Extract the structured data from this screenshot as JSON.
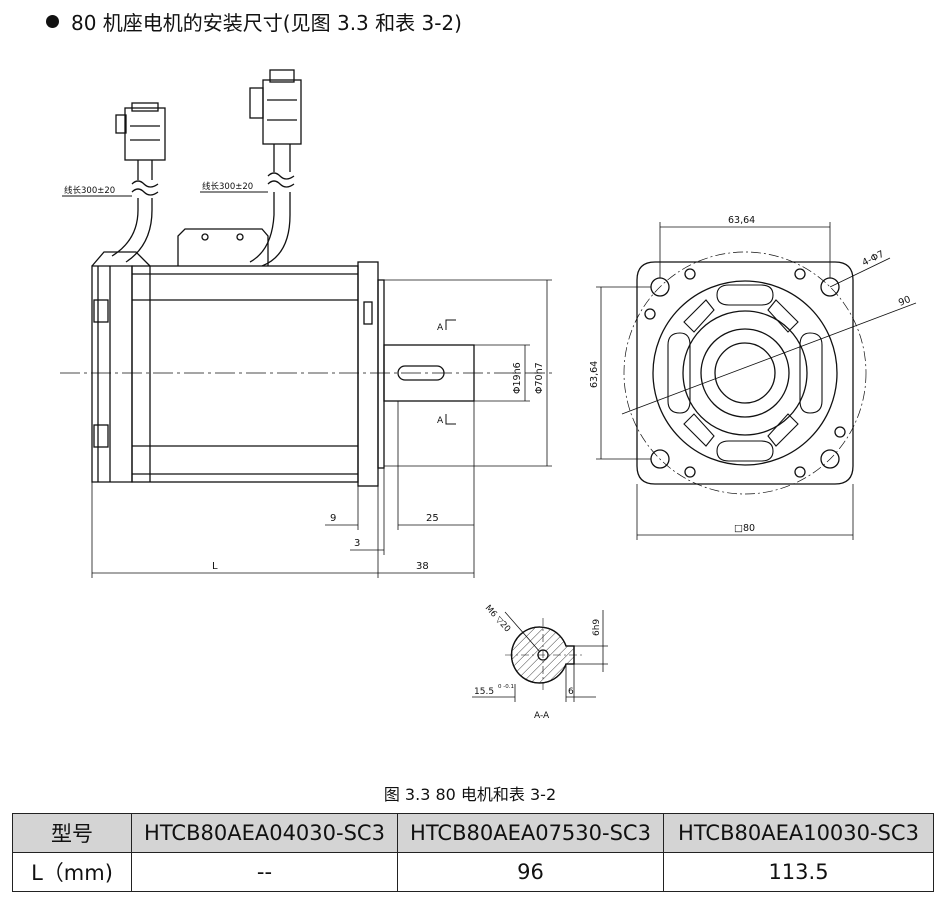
{
  "heading": {
    "text": "80 机座电机的安装尺寸(见图 3.3 和表 3-2)"
  },
  "drawing": {
    "cable_length_label": "线长300±20",
    "dim_63_64": "63,64",
    "dim_hole": "4-Φ7",
    "dim_90": "90",
    "dim_square": "□80",
    "dim_shaft": "Φ19h6",
    "dim_pilot": "Φ70h7",
    "dim_9": "9",
    "dim_25": "25",
    "dim_3": "3",
    "dim_L": "L",
    "dim_38": "38",
    "section_mark": "A",
    "thread": "M6 ▽20",
    "key_depth": "6h9",
    "shaft_width": "15.5",
    "shaft_tol": "0 -0.1",
    "key_width": "6",
    "section_label": "A-A"
  },
  "caption": "图 3.3    80 电机和表 3-2",
  "table": {
    "header": [
      "型号",
      "HTCB80AEA04030-SC3",
      "HTCB80AEA07530-SC3",
      "HTCB80AEA10030-SC3"
    ],
    "row": [
      "L（mm)",
      "--",
      "96",
      "113.5"
    ]
  }
}
